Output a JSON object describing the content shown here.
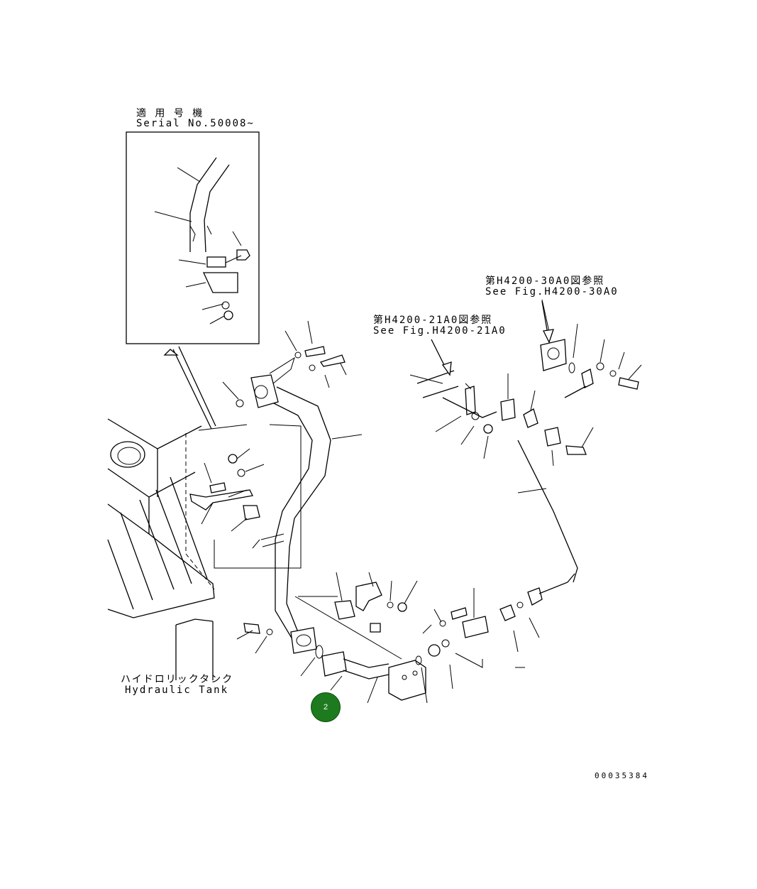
{
  "inset": {
    "title_jp": "適 用 号 機",
    "serial": "Serial No.50008~"
  },
  "refs": [
    {
      "jp": "第H4200-30A0図参照",
      "en": "See Fig.H4200-30A0"
    },
    {
      "jp": "第H4200-21A0図参照",
      "en": "See Fig.H4200-21A0"
    }
  ],
  "tank": {
    "label_jp": "ハイドロリックタンク",
    "label_en": "Hydraulic Tank"
  },
  "callout": {
    "number": "2",
    "color": "#1e7a1e"
  },
  "drawing_number": "00035384"
}
